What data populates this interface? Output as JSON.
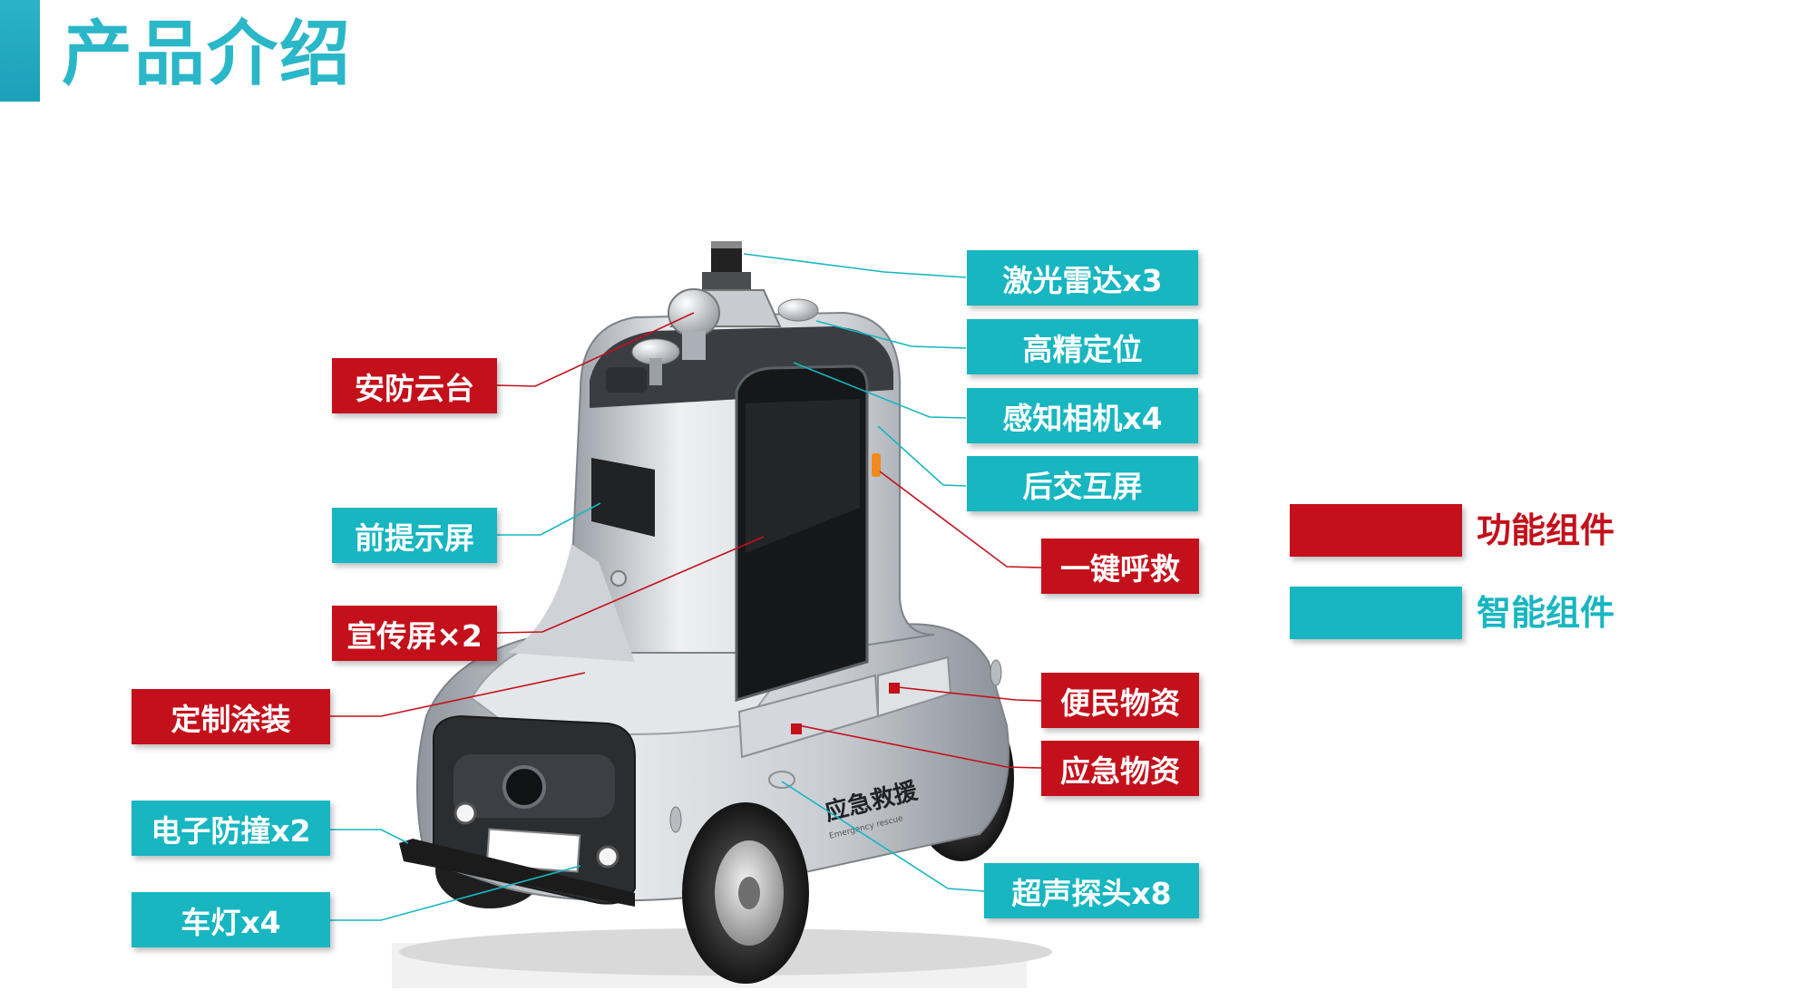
{
  "title": "产品介绍",
  "colors": {
    "function": "#c4101b",
    "smart": "#17b6c1",
    "title": "#2ab7c8"
  },
  "labels": {
    "lidar": "激光雷达x3",
    "gps": "高精定位",
    "camera": "感知相机x4",
    "rear_screen": "后交互屏",
    "sos": "一键呼救",
    "convenience": "便民物资",
    "emergency": "应急物资",
    "ultrasonic": "超声探头x8",
    "ptz": "安防云台",
    "front_screen": "前提示屏",
    "promo_screen": "宣传屏×2",
    "paint": "定制涂装",
    "bumper": "电子防撞x2",
    "lights": "车灯x4"
  },
  "legend": {
    "function": "功能组件",
    "smart": "智能组件"
  },
  "robot_text": {
    "body_brand": "应急救援",
    "panel_tag": "Emergency rescue"
  }
}
